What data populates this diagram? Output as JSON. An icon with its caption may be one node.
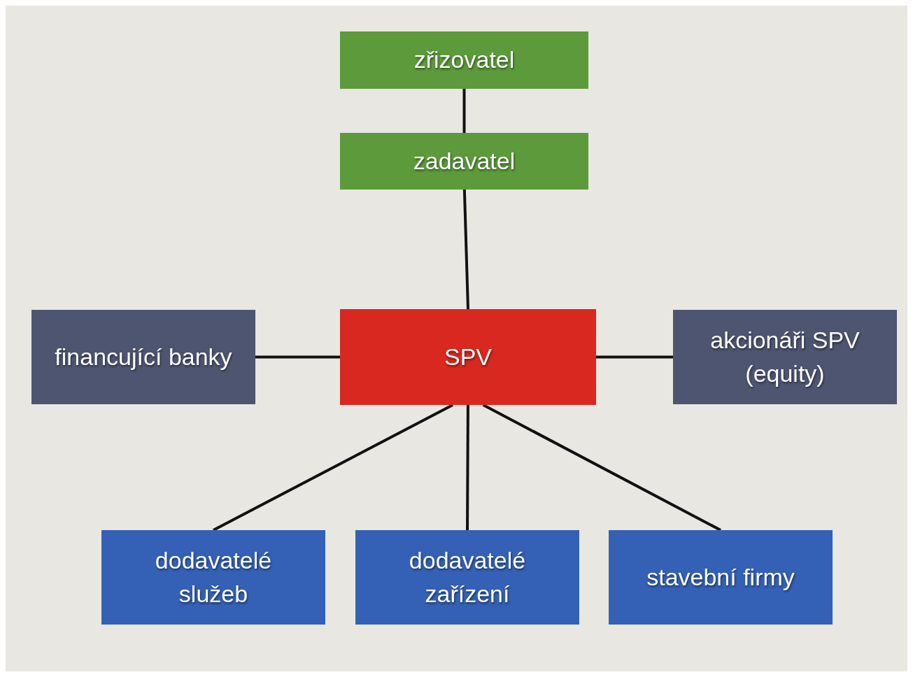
{
  "diagram": {
    "nodes": [
      {
        "text": [
          "zřizovatel"
        ]
      },
      {
        "text": [
          "zadavatel"
        ]
      },
      {
        "text": [
          "SPV"
        ]
      },
      {
        "text": [
          "financující banky"
        ]
      },
      {
        "text": [
          "akcionáři SPV (equity)"
        ]
      },
      {
        "text": [
          "dodavatelé služeb"
        ]
      },
      {
        "text": [
          "dodavatelé zařízení"
        ]
      },
      {
        "text": [
          "stavební firmy"
        ]
      }
    ],
    "edges": [
      {
        "from": 0,
        "to": 1,
        "arrow": "none"
      },
      {
        "from": 1,
        "to": 2,
        "arrow": "none"
      },
      {
        "from": 3,
        "to": 2,
        "arrow": "none"
      },
      {
        "from": 2,
        "to": 4,
        "arrow": "none"
      },
      {
        "from": 2,
        "to": 5,
        "arrow": "none"
      },
      {
        "from": 2,
        "to": 6,
        "arrow": "none"
      },
      {
        "from": 2,
        "to": 7,
        "arrow": "none"
      }
    ]
  }
}
